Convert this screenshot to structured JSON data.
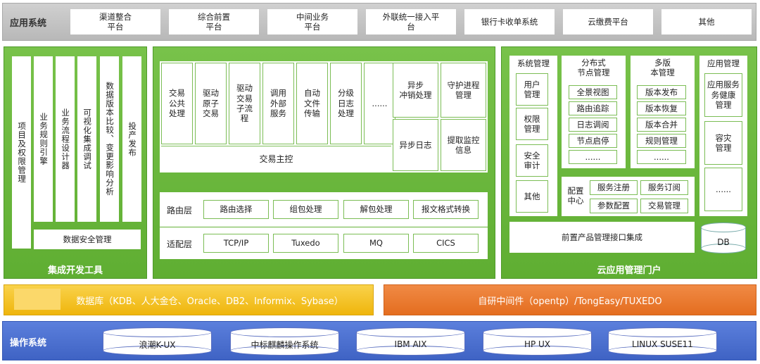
{
  "app_layer": {
    "title": "应用系统",
    "items": [
      "渠道整合\n平台",
      "综合前置\n平台",
      "中间业务\n平台",
      "外联统一接入平\n台",
      "银行卡收单系统",
      "云缴费平台",
      "其他"
    ]
  },
  "dev_tools": {
    "title": "集成开发工具",
    "columns": [
      "项目及权限管理",
      "业务规则引擎",
      "业务流程设计器",
      "可视化集成调试",
      "数据版本比较、变更影响分析",
      "投产发布"
    ],
    "security": "数据安全管理"
  },
  "core": {
    "modules": [
      "交易\n公共\n处理",
      "驱动\n原子\n交易",
      "驱动\n交易\n子流\n程",
      "调用\n外部\n服务",
      "自动\n文件\n传输",
      "分级\n日志\n处理",
      "......"
    ],
    "side": [
      "异步\n冲销处理",
      "守护进程\n管理",
      "异步日志",
      "提取监控\n信息"
    ],
    "main_control": "交易主控",
    "routing_label": "路由层",
    "routing": [
      "路由选择",
      "组包处理",
      "解包处理",
      "报文格式转换"
    ],
    "adapter_label": "适配层",
    "adapter": [
      "TCP/IP",
      "Tuxedo",
      "MQ",
      "CICS"
    ]
  },
  "portal": {
    "title": "云应用管理门户",
    "sys_mgmt": {
      "title": "系统管理",
      "items": [
        "用户\n管理",
        "权限\n管理",
        "安全\n审计",
        "其他"
      ]
    },
    "dist_node": {
      "title": "分布式\n节点管理",
      "items": [
        "全景视图",
        "路由追踪",
        "日志调阅",
        "节点启停",
        "......"
      ]
    },
    "multi_ver": {
      "title": "多版\n本管理",
      "items": [
        "版本发布",
        "版本恢复",
        "版本合并",
        "规则管理",
        "......"
      ]
    },
    "app_mgmt": {
      "title": "应用管理",
      "items": [
        "应用服务\n务健康\n管理",
        "容灾\n管理",
        "......"
      ]
    },
    "config": {
      "title": "配置\n中心",
      "items": [
        "服务注册",
        "服务订阅",
        "参数配置",
        "交易管理"
      ]
    },
    "front_integration": "前置产品管理接口集成",
    "db": "DB"
  },
  "database_bar": "数据库（KDB、人大金仓、Oracle、DB2、Informix、Sybase）",
  "middleware_bar": "自研中间件（opentp）/TongEasy/TUXEDO",
  "os_layer": {
    "title": "操作系统",
    "items": [
      "浪潮K-UX",
      "中标麒麟操作系统",
      "IBM AIX",
      "HP UX",
      "LINUX SUSE11"
    ]
  },
  "colors": {
    "green": "#6ab83d",
    "gray": "#bfbfbf",
    "yellow": "#f7c52b",
    "orange": "#ee7b2e",
    "blue": "#4f6fcf"
  }
}
